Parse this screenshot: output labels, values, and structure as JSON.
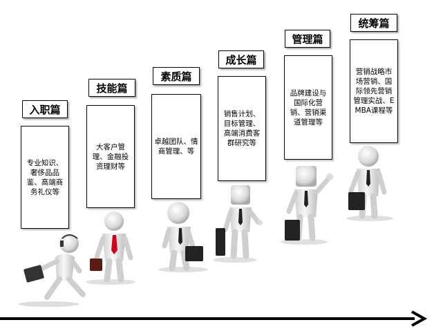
{
  "stages": [
    {
      "title": "入职篇",
      "desc": "专业知识、奢侈品品鉴、高端商务礼仪等"
    },
    {
      "title": "技能篇",
      "desc": "大客户管理、金融投资理财等"
    },
    {
      "title": "素质篇",
      "desc": "卓越团队、情商管理、等"
    },
    {
      "title": "成长篇",
      "desc": "销售计划、目标管理、高端消费客群研究等"
    },
    {
      "title": "管理篇",
      "desc": "品牌建设与国际化营销、营销渠道管理等"
    },
    {
      "title": "统筹篇",
      "desc": "营销战略市场营销、国际领先营销管理实战、EMBA课程等"
    }
  ],
  "colors": {
    "tie": "#d0021b",
    "figure": "#e8e8e8",
    "line": "#000000"
  }
}
